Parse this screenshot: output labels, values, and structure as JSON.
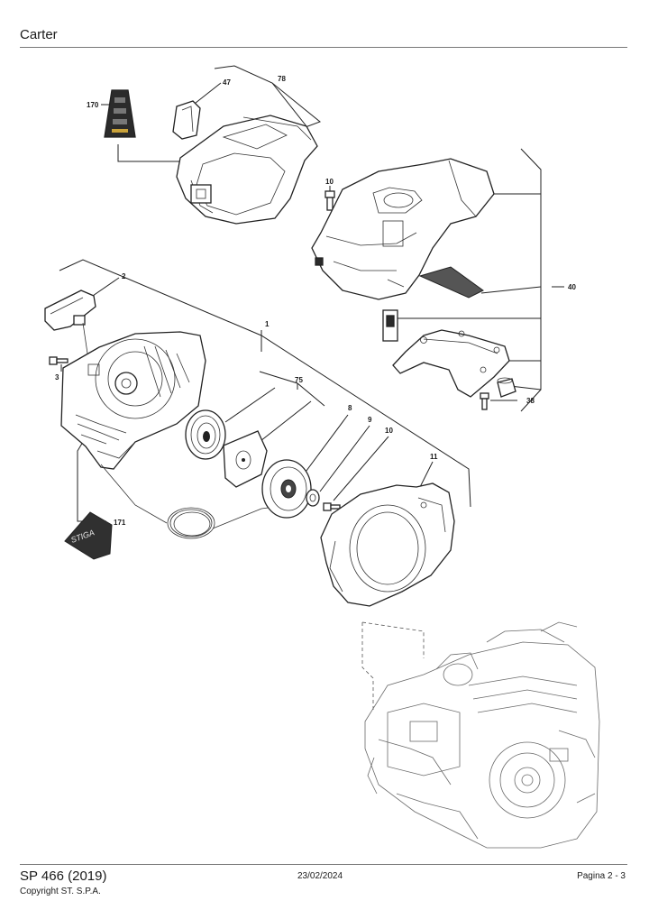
{
  "header": {
    "title": "Carter"
  },
  "callouts": {
    "c78": "78",
    "c47": "47",
    "c170": "170",
    "c10a": "10",
    "c40": "40",
    "c38": "38",
    "c2": "2",
    "c1": "1",
    "c3": "3",
    "c75": "75",
    "c8": "8",
    "c9": "9",
    "c10b": "10",
    "c11": "11",
    "c171": "171"
  },
  "logo_text": "STIGA",
  "footer": {
    "model": "SP 466 (2019)",
    "copyright": "Copyright ST. S.P.A.",
    "date": "23/02/2024",
    "page": "Pagina 2 - 3"
  }
}
